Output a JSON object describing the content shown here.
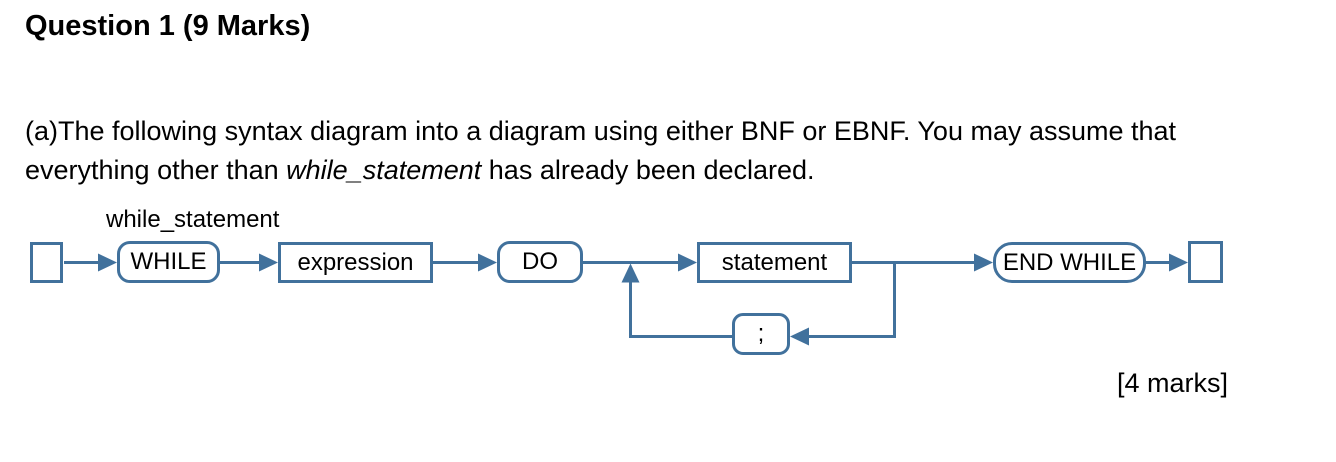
{
  "heading": "Question 1 (9 Marks)",
  "paragraph": {
    "part1": "(a)The following syntax diagram into a diagram using either BNF or EBNF. You may assume that everything other than ",
    "emphasis": "while_statement",
    "part2": " has already been declared."
  },
  "diagram": {
    "type": "railroad-syntax-diagram",
    "rule_label": "while_statement",
    "line_color": "#41719C",
    "nodes": {
      "start": "",
      "while": "WHILE",
      "expression": "expression",
      "do": "DO",
      "statement": "statement",
      "semicolon": ";",
      "endwhile": "END WHILE",
      "end": ""
    },
    "flow": "start -> WHILE -> expression -> DO -> statement -> END WHILE -> end; loop: statement -> ; -> back before statement",
    "node_kinds": {
      "while": "terminal-rounded",
      "expression": "nonterminal-rect",
      "do": "terminal-rounded",
      "statement": "nonterminal-rect",
      "semicolon": "terminal-rounded",
      "endwhile": "terminal-rounded"
    }
  },
  "marks_label": "[4 marks]"
}
